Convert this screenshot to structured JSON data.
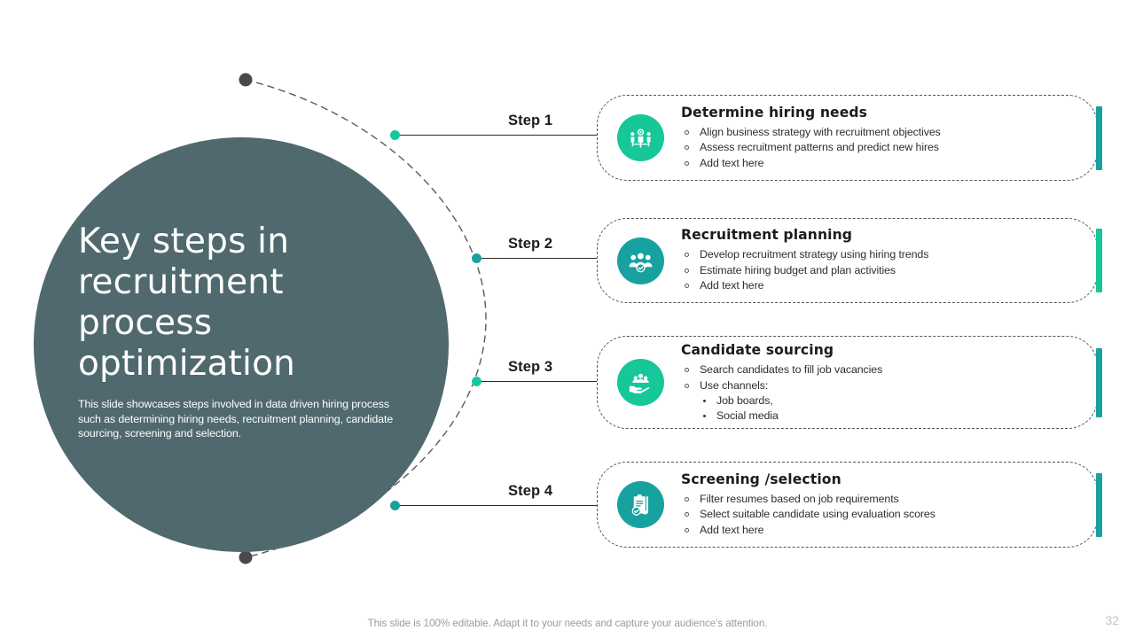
{
  "theme": {
    "circle_color": "#50696e",
    "accent_bright": "#16c79a",
    "accent_dark": "#17a2a0",
    "line_color": "#2b2b2b",
    "card_border": "#555555"
  },
  "hero": {
    "title": "Key steps in recruitment process optimization",
    "subtitle": "This slide showcases steps involved in data driven hiring process such as determining hiring needs, recruitment planning, candidate sourcing, screening and selection."
  },
  "steps": [
    {
      "label": "Step 1",
      "icon": "people-target-icon",
      "icon_color": "#16c79a",
      "accent_color": "#17a2a0",
      "title": "Determine hiring needs",
      "bullets": [
        "Align business strategy with recruitment objectives",
        "Assess recruitment patterns and predict new hires",
        "Add text here"
      ],
      "subbullets": []
    },
    {
      "label": "Step 2",
      "icon": "people-group-check-icon",
      "icon_color": "#17a2a0",
      "accent_color": "#16c79a",
      "title": "Recruitment planning",
      "bullets": [
        "Develop recruitment strategy using hiring trends",
        "Estimate hiring budget and plan activities",
        "Add text here"
      ],
      "subbullets": []
    },
    {
      "label": "Step 3",
      "icon": "hand-holding-people-icon",
      "icon_color": "#16c79a",
      "accent_color": "#17a2a0",
      "title": "Candidate sourcing",
      "bullets": [
        "Search candidates to fill job vacancies",
        "Use channels:"
      ],
      "subbullets": [
        "Job boards,",
        "Social media"
      ]
    },
    {
      "label": "Step 4",
      "icon": "clipboard-check-thumbsup-icon",
      "icon_color": "#17a2a0",
      "accent_color": "#17a2a0",
      "title": "Screening /selection",
      "bullets": [
        "Filter resumes based on job requirements",
        "Select suitable candidate using evaluation  scores",
        "Add text here"
      ],
      "subbullets": []
    }
  ],
  "footer": {
    "note": "This slide is 100% editable. Adapt it to your needs and capture your audience's attention.",
    "page_number": "32"
  }
}
